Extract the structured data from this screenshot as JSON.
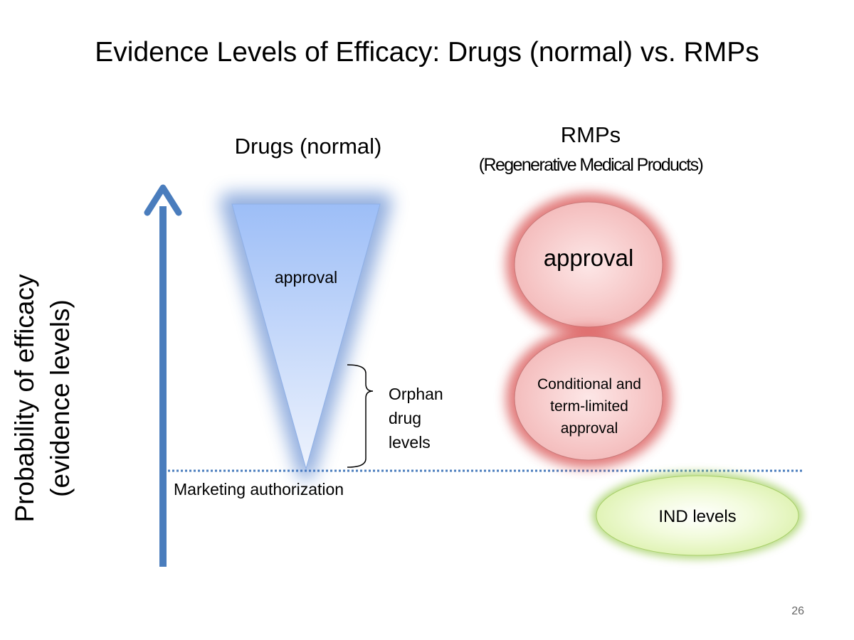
{
  "slide": {
    "title": "Evidence Levels of Efficacy: Drugs (normal) vs. RMPs",
    "page_number": "26"
  },
  "axis": {
    "label_line1": "Probability of efficacy",
    "label_line2": "(evidence levels)"
  },
  "drugs": {
    "heading": "Drugs (normal)",
    "approval_label": "approval",
    "orphan_label_lines": [
      "Orphan",
      "drug",
      "levels"
    ],
    "marketing_label": "Marketing authorization"
  },
  "rmps": {
    "heading": "RMPs",
    "subheading": "(Regenerative Medical Products)",
    "approval_label": "approval",
    "conditional_lines": [
      "Conditional and",
      "term-limited",
      "approval"
    ],
    "ind_label": "IND levels"
  },
  "colors": {
    "axis_blue": "#4a7dbd",
    "triangle_fill_top": "#9dbef7",
    "triangle_fill_bottom": "#eef3fd",
    "triangle_glow": "#3d6fc6",
    "rmp_fill": "#f5c3c3",
    "rmp_glow": "#d64545",
    "ind_fill": "#e6f7c2",
    "ind_glow": "#9ccc55",
    "dotted_line": "#4a7dbd"
  }
}
